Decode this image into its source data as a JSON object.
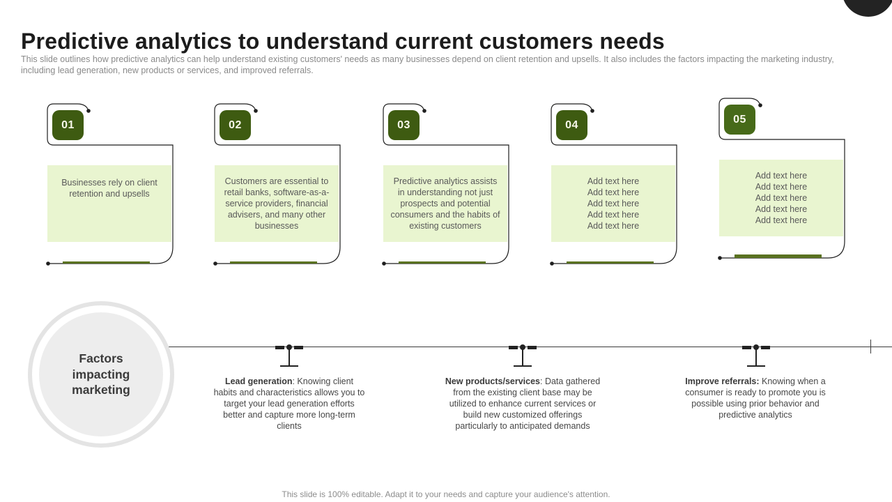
{
  "slide": {
    "title": "Predictive analytics to understand current customers needs",
    "subtitle": "This slide outlines how predictive analytics can help understand existing customers' needs as many businesses depend on client retention and upsells. It also includes the factors impacting the marketing industry, including lead generation, new products or services, and improved referrals.",
    "footer": "This slide is 100% editable. Adapt it to your needs and capture your audience's attention."
  },
  "cards": [
    {
      "number": "01",
      "text": "Businesses rely on client retention and upsells"
    },
    {
      "number": "02",
      "text": "Customers are essential to retail banks, software-as-a-service providers, financial advisers, and many other businesses"
    },
    {
      "number": "03",
      "text": "Predictive analytics assists in understanding not just prospects and potential consumers and the habits of existing customers"
    },
    {
      "number": "04",
      "text": "Add text here\nAdd text here\nAdd text here\nAdd text here\nAdd text here"
    },
    {
      "number": "05",
      "text": "Add text here\nAdd text here\nAdd text here\nAdd text here\nAdd text here"
    }
  ],
  "timeline": {
    "hub_label": "Factors impacting marketing",
    "factors": [
      {
        "label": "Lead generation",
        "text": ": Knowing client habits and characteristics allows you to target your lead generation efforts better and capture more long-term clients"
      },
      {
        "label": "New products/services",
        "text": ":  Data gathered from the existing client base may be utilized to enhance current services or build new customized offerings particularly to anticipated demands"
      },
      {
        "label": "Improve referrals:",
        "text": " Knowing when a consumer is ready to promote you is possible using prior behavior and predictive analytics"
      }
    ]
  },
  "colors": {
    "badge_green": "#3e5b11",
    "badge_green_alt": "#476a19",
    "box_green": "#e9f5d0",
    "underline_green": "#5a7220",
    "accent_dark": "#1f1f1f"
  }
}
